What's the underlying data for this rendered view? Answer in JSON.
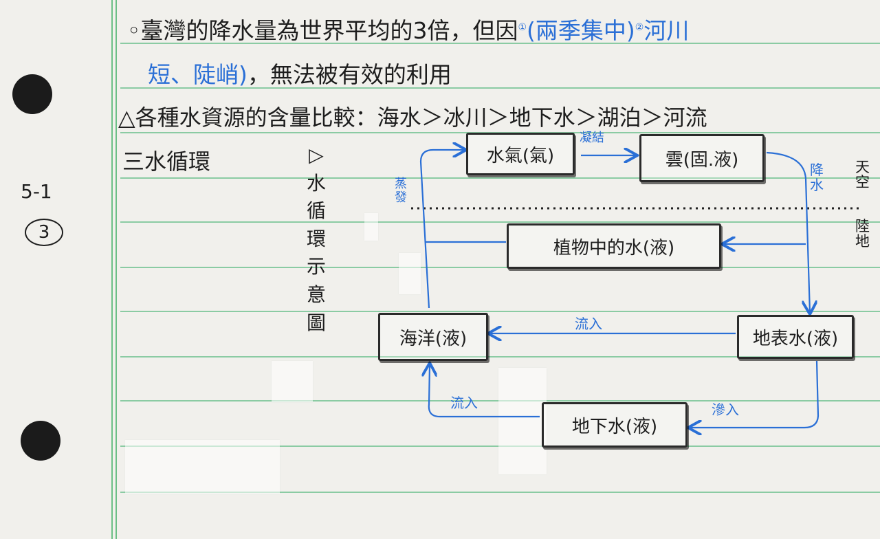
{
  "margin_note": {
    "page_ref": "5-1",
    "circled_num": "3"
  },
  "line1": {
    "text": "◦臺灣的降水量為世界平均的3倍，但因",
    "mark1": "①",
    "reason1": "(兩季集中)",
    "mark2": "②",
    "reason2_start": "河川"
  },
  "line2": {
    "reason2_end": "短、陡峭)",
    "rest": "，無法被有效的利用"
  },
  "line3": {
    "text": "△各種水資源的含量比較：海水＞冰川＞地下水＞湖泊＞河流"
  },
  "section": {
    "heading": "三水循環",
    "diagram_title": [
      "▷",
      "水",
      "循",
      "環",
      "示",
      "意",
      "圖"
    ]
  },
  "diagram": {
    "boxes": {
      "vapor": "水氣(氣)",
      "cloud": "雲(固.液)",
      "plants": "植物中的水(液)",
      "ocean": "海洋(液)",
      "surface": "地表水(液)",
      "ground": "地下水(液)"
    },
    "arrow_labels": {
      "condense": "凝結",
      "precip": [
        "降",
        "水"
      ],
      "evaporate": [
        "蒸",
        "發"
      ],
      "flow_in_top": "流入",
      "seep_in": "滲入",
      "flow_in_bottom": "流入"
    },
    "zones": {
      "sky": [
        "天",
        "空"
      ],
      "land": [
        "陸",
        "地"
      ]
    }
  },
  "colors": {
    "ink": "#1d1d1d",
    "blue_ink": "#2a6fd6",
    "ruled": "#7fc79b",
    "paper": "#f1f0ec"
  }
}
